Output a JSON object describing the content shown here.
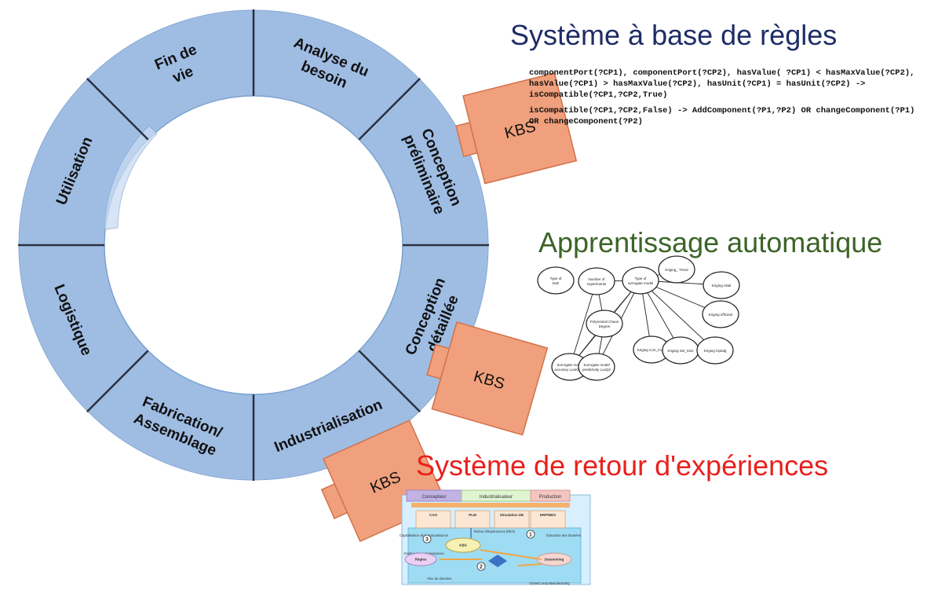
{
  "colors": {
    "ring_fill": "#9fbde3",
    "ring_stroke": "#ffffff",
    "divider": "#2a3140",
    "arrow_fill": "#c9dcf2",
    "kbs_fill": "#f0a07c",
    "kbs_stroke": "#d3714a",
    "title_rules": "#1f2d66",
    "title_ml": "#3c6428",
    "title_rex": "#e8211d"
  },
  "lifecycle": {
    "phases": [
      "Analyse du besoin",
      "Conception préliminaire",
      "Conception détaillée",
      "Industrialisation",
      "Fabrication/ Assemblage",
      "Logistique",
      "Utilisation",
      "Fin de vie"
    ]
  },
  "kbs": {
    "label": "KBS"
  },
  "rule_system": {
    "title": "Système à base de règles",
    "rules": [
      "componentPort(?CP1), componentPort(?CP2), hasValue( ?CP1) < hasMaxValue(?CP2), hasValue(?CP1) > hasMaxValue(?CP2), hasUnit(?CP1) = hasUnit(?CP2) -> isCompatible(?CP1,?CP2,True)",
      "isCompatible(?CP1,?CP2,False) -> AddComponent(?P1,?P2) OR changeComponent(?P1) OR changeComponent(?P2)"
    ]
  },
  "ml": {
    "title": "Apprentissage automatique",
    "nodes": [
      "Type of DoE",
      "Number of experiments",
      "Type of surrogate model",
      "Kriging_ Trend",
      "Kriging nitial",
      "Kriging efficient",
      "Polynomial Chaos Degree",
      "Surrogate model accuracy LooKMSE",
      "Surrogate model predictivity LooQ2",
      "Kriging Corr_Func",
      "Kriging Sel_Size",
      "Kriging Optalg"
    ]
  },
  "rex": {
    "title": "Système de retour d'expériences",
    "top_bar": [
      "Concepteur",
      "Industrialisateur",
      "Production"
    ],
    "boxes": [
      "CAO",
      "PLM",
      "Simulation DE",
      "ERP/MES"
    ],
    "labels": [
      "Capitalisation de la connaissance",
      "Retour d'Expériences (REX)",
      "Extraction des données",
      "Gestion des connaissances",
      "Flux de données",
      "Closed Loop Manufacturing"
    ],
    "numbers": [
      "1",
      "2",
      "3"
    ],
    "ellipses": [
      "KBS",
      "Règles",
      "Datamining"
    ]
  }
}
